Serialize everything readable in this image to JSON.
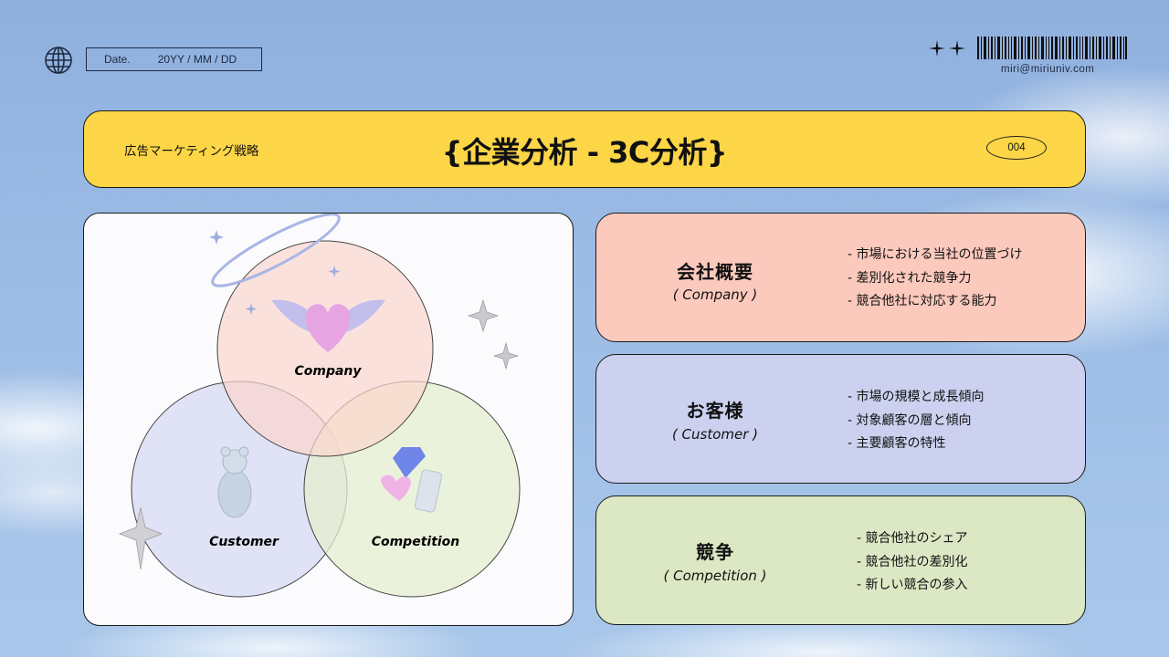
{
  "header": {
    "date_label": "Date.",
    "date_value": "20YY / MM / DD",
    "email": "miri@miriuniv.com"
  },
  "title_bar": {
    "subtitle": "広告マーケティング戦略",
    "title": "{企業分析 - 3C分析}",
    "page_number": "004",
    "color": "#fdd647"
  },
  "venn": {
    "circles": [
      {
        "label": "Company",
        "color": "#fbd6cd"
      },
      {
        "label": "Customer",
        "color": "#d7d9f2"
      },
      {
        "label": "Competition",
        "color": "#e6efcf"
      }
    ]
  },
  "cards": [
    {
      "title": "会社概要",
      "english": "( Company )",
      "color": "#fcc9bd",
      "items": [
        "- 市場における当社の位置づけ",
        "- 差別化された競争力",
        "- 競合他社に対応する能力"
      ]
    },
    {
      "title": "お客様",
      "english": "( Customer )",
      "color": "#cbd1ef",
      "items": [
        "- 市場の規模と成長傾向",
        "- 対象顧客の層と傾向",
        "- 主要顧客の特性"
      ]
    },
    {
      "title": "競争",
      "english": "( Competition )",
      "color": "#dce8c4",
      "items": [
        "- 競合他社のシェア",
        "- 競合他社の差別化",
        "- 新しい競合の参入"
      ]
    }
  ]
}
